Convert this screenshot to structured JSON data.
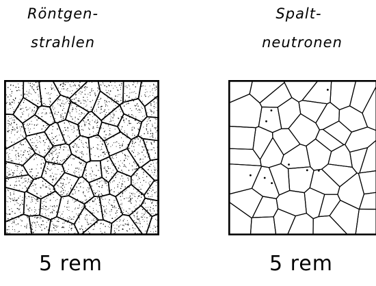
{
  "xray": {
    "title_line1": "Röntgen-",
    "title_line2": "strahlen",
    "dose": "5 rem"
  },
  "neutron": {
    "title_line1": "Spalt-",
    "title_line2": "neutronen",
    "dose": "5 rem"
  },
  "colors": {
    "ink": "#000000",
    "background": "#ffffff"
  }
}
